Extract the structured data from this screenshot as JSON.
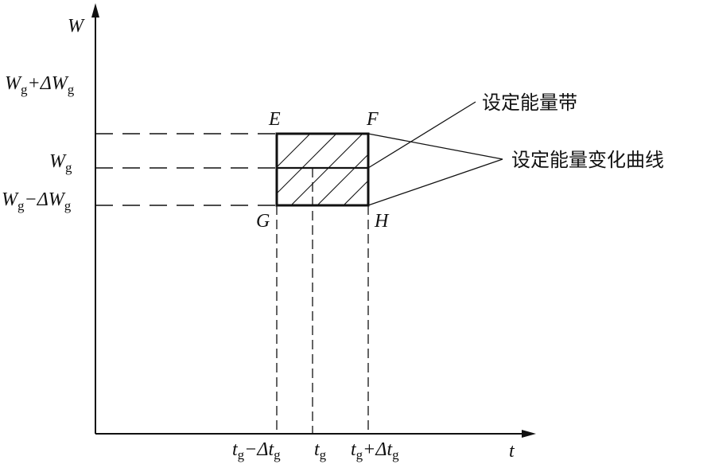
{
  "axes": {
    "y_label": "W",
    "x_label": "t"
  },
  "y_labels": {
    "upper": {
      "main": "W",
      "sub": "g",
      "mid": "+ΔW",
      "sub2": "g"
    },
    "center": {
      "main": "W",
      "sub": "g"
    },
    "lower": {
      "main": "W",
      "sub": "g",
      "mid": "−ΔW",
      "sub2": "g"
    }
  },
  "x_labels": {
    "left": {
      "main": "t",
      "sub": "g",
      "mid": "−Δt",
      "sub2": "g"
    },
    "center": {
      "main": "t",
      "sub": "g"
    },
    "right": {
      "main": "t",
      "sub": "g",
      "mid": "+Δt",
      "sub2": "g"
    }
  },
  "corners": {
    "top_left": "E",
    "top_right": "F",
    "bottom_left": "G",
    "bottom_right": "H"
  },
  "annotations": {
    "band": "设定能量带",
    "curve": "设定能量变化曲线"
  }
}
